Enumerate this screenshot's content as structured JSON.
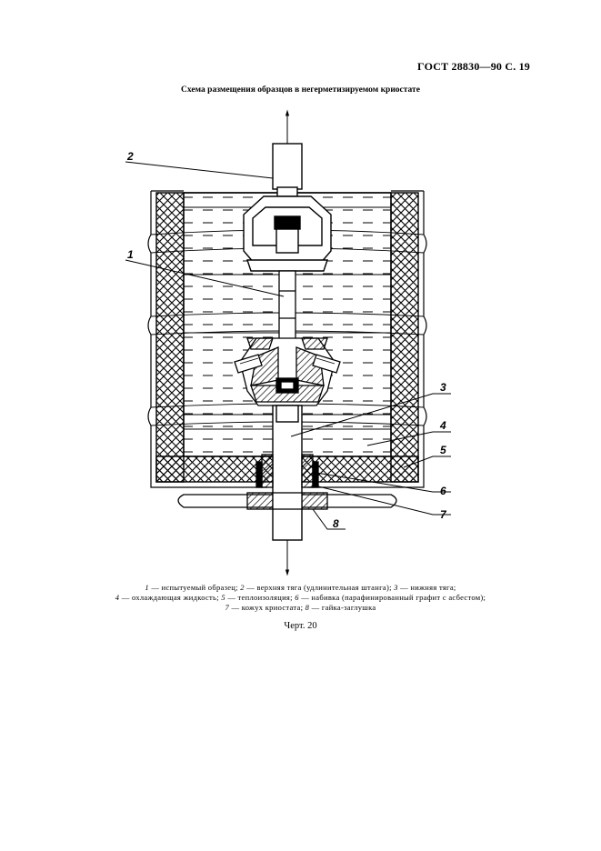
{
  "header": {
    "gost": "ГОСТ 28830—90 С. 19"
  },
  "figure": {
    "title": "Схема размещения образцов в негерметизируемом криостате",
    "callouts": [
      "1",
      "2",
      "3",
      "4",
      "5",
      "6",
      "7",
      "8"
    ],
    "figure_number": "Черт. 20"
  },
  "legend": {
    "items": [
      {
        "num": "1",
        "text": " — испытуемый образец; "
      },
      {
        "num": "2",
        "text": " — верхняя тяга (удлинительная штанга); "
      },
      {
        "num": "3",
        "text": " — нижняя тяга;"
      },
      {
        "num": "4",
        "text": " — охлаждающая жидкость; "
      },
      {
        "num": "5",
        "text": " — теплоизоляция; "
      },
      {
        "num": "6",
        "text": " — набивка (парафинированный графит с асбестом);"
      },
      {
        "num": "7",
        "text": " — кожух криостата; "
      },
      {
        "num": "8",
        "text": " — гайка-заглушка"
      }
    ]
  }
}
